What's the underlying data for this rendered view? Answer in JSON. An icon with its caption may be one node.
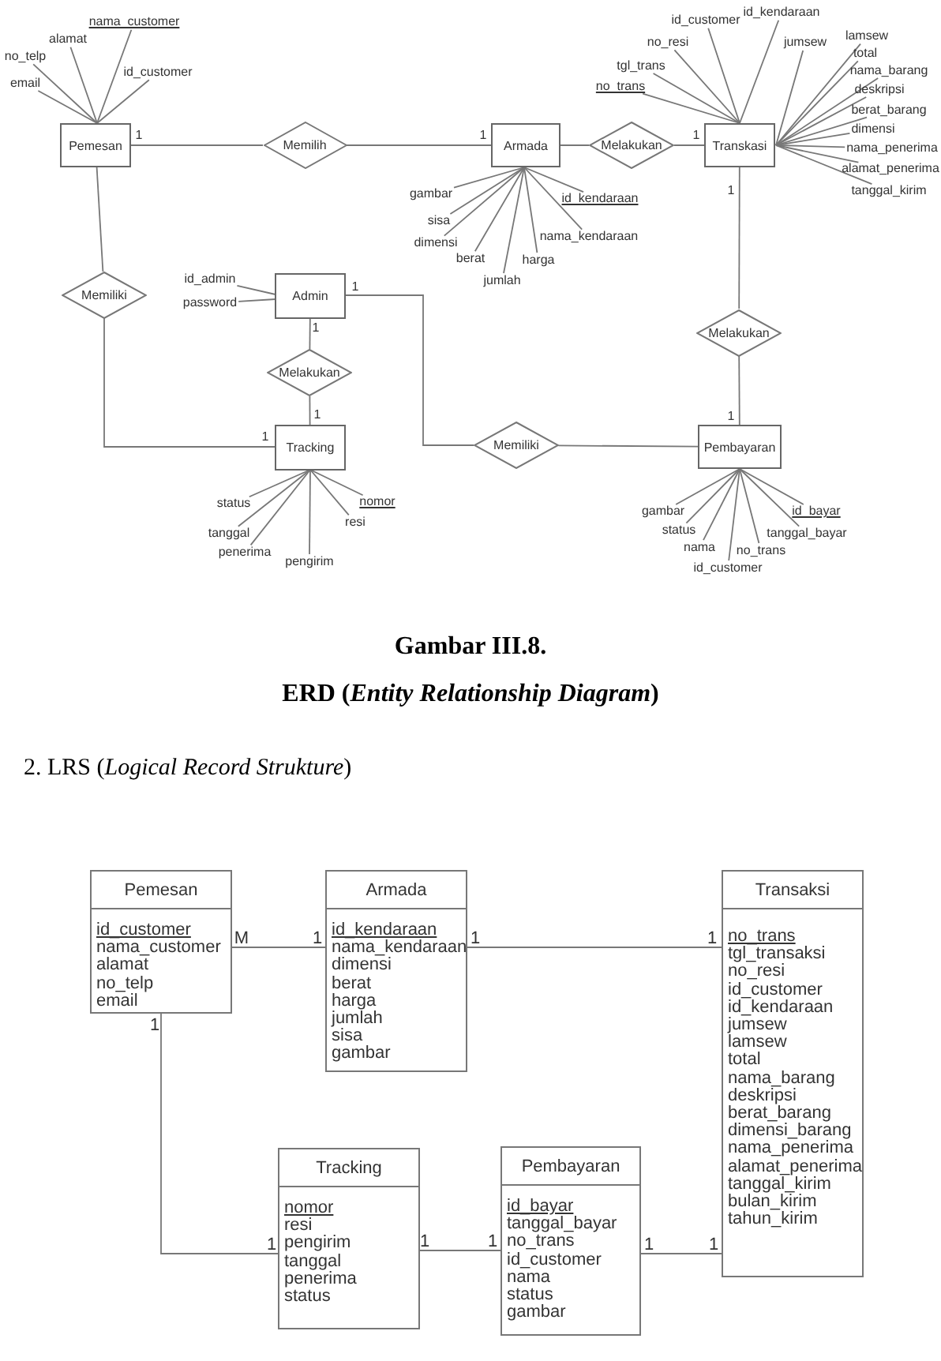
{
  "diagram": {
    "nodes": [
      {
        "text": [
          "Pemesan"
        ]
      },
      {
        "text": [
          "nama_customer"
        ]
      },
      {
        "text": [
          "alamat"
        ]
      },
      {
        "text": [
          "no_telp"
        ]
      },
      {
        "text": [
          "email"
        ]
      },
      {
        "text": [
          "id_customer"
        ]
      },
      {
        "text": [
          "Memilih"
        ]
      },
      {
        "text": [
          "Armada"
        ]
      },
      {
        "text": [
          "Melakukan"
        ]
      },
      {
        "text": [
          "Transkasi"
        ]
      },
      {
        "text": [
          "id_customer"
        ]
      },
      {
        "text": [
          "id_kendaraan"
        ]
      },
      {
        "text": [
          "no_resi"
        ]
      },
      {
        "text": [
          "tgl_trans"
        ]
      },
      {
        "text": [
          "no_trans"
        ]
      },
      {
        "text": [
          "jumsew"
        ]
      },
      {
        "text": [
          "lamsew"
        ]
      },
      {
        "text": [
          "total"
        ]
      },
      {
        "text": [
          "nama_barang"
        ]
      },
      {
        "text": [
          "deskripsi"
        ]
      },
      {
        "text": [
          "berat_barang"
        ]
      },
      {
        "text": [
          "dimensi"
        ]
      },
      {
        "text": [
          "nama_penerima"
        ]
      },
      {
        "text": [
          "alamat_penerima"
        ]
      },
      {
        "text": [
          "tanggal_kirim"
        ]
      },
      {
        "text": [
          "gambar"
        ]
      },
      {
        "text": [
          "sisa"
        ]
      },
      {
        "text": [
          "dimensi"
        ]
      },
      {
        "text": [
          "berat"
        ]
      },
      {
        "text": [
          "jumlah"
        ]
      },
      {
        "text": [
          "harga"
        ]
      },
      {
        "text": [
          "nama_kendaraan"
        ]
      },
      {
        "text": [
          "id_kendaraan"
        ]
      },
      {
        "text": [
          "Memiliki"
        ]
      },
      {
        "text": [
          "Admin"
        ]
      },
      {
        "text": [
          "id_admin"
        ]
      },
      {
        "text": [
          "password"
        ]
      },
      {
        "text": [
          "Melakukan"
        ]
      },
      {
        "text": [
          "Melakukan"
        ]
      },
      {
        "text": [
          "Tracking"
        ]
      },
      {
        "text": [
          "Memiliki"
        ]
      },
      {
        "text": [
          "Pembayaran"
        ]
      },
      {
        "text": [
          "status"
        ]
      },
      {
        "text": [
          "tanggal"
        ]
      },
      {
        "text": [
          "penerima"
        ]
      },
      {
        "text": [
          "pengirim"
        ]
      },
      {
        "text": [
          "resi"
        ]
      },
      {
        "text": [
          "nomor"
        ]
      },
      {
        "text": [
          "gambar"
        ]
      },
      {
        "text": [
          "status"
        ]
      },
      {
        "text": [
          "nama"
        ]
      },
      {
        "text": [
          "id_customer"
        ]
      },
      {
        "text": [
          "no_trans"
        ]
      },
      {
        "text": [
          "tanggal_bayar"
        ]
      },
      {
        "text": [
          "id_bayar"
        ]
      },
      {
        "text": [
          "Pemesan",
          "id_customer",
          "nama_customer",
          "alamat",
          "no_telp",
          "email"
        ]
      },
      {
        "text": [
          "Armada",
          "id_kendaraan",
          "nama_kendaraan",
          "dimensi",
          "berat",
          "harga",
          "jumlah",
          "sisa",
          "gambar"
        ]
      },
      {
        "text": [
          "Transaksi",
          "no_trans",
          "tgl_transaksi",
          "no_resi",
          "id_customer",
          "id_kendaraan",
          "jumsew",
          "lamsew",
          "total",
          "nama_barang",
          "deskripsi",
          "berat_barang",
          "dimensi_barang",
          "nama_penerima",
          "alamat_penerima",
          "tanggal_kirim",
          "bulan_kirim",
          "tahun_kirim"
        ]
      },
      {
        "text": [
          "Tracking",
          "nomor",
          "resi",
          "pengirim",
          "tanggal",
          "penerima",
          "status"
        ]
      },
      {
        "text": [
          "Pembayaran",
          "id_bayar",
          "tanggal_bayar",
          "no_trans",
          "id_customer",
          "nama",
          "status",
          "gambar"
        ]
      }
    ],
    "edges": [
      {
        "from": 0,
        "to": 6,
        "arrow": "none"
      },
      {
        "from": 6,
        "to": 7,
        "arrow": "none"
      },
      {
        "from": 7,
        "to": 8,
        "arrow": "none"
      },
      {
        "from": 8,
        "to": 9,
        "arrow": "none"
      },
      {
        "from": 9,
        "to": 38,
        "arrow": "none"
      },
      {
        "from": 38,
        "to": 41,
        "arrow": "none"
      },
      {
        "from": 0,
        "to": 33,
        "arrow": "none"
      },
      {
        "from": 33,
        "to": 39,
        "arrow": "none"
      },
      {
        "from": 34,
        "to": 37,
        "arrow": "none"
      },
      {
        "from": 37,
        "to": 39,
        "arrow": "none"
      },
      {
        "from": 34,
        "to": 40,
        "arrow": "none"
      },
      {
        "from": 40,
        "to": 41,
        "arrow": "none"
      },
      {
        "from": 1,
        "to": 0,
        "arrow": "none"
      },
      {
        "from": 2,
        "to": 0,
        "arrow": "none"
      },
      {
        "from": 3,
        "to": 0,
        "arrow": "none"
      },
      {
        "from": 4,
        "to": 0,
        "arrow": "none"
      },
      {
        "from": 5,
        "to": 0,
        "arrow": "none"
      },
      {
        "from": 10,
        "to": 9,
        "arrow": "none"
      },
      {
        "from": 11,
        "to": 9,
        "arrow": "none"
      },
      {
        "from": 12,
        "to": 9,
        "arrow": "none"
      },
      {
        "from": 13,
        "to": 9,
        "arrow": "none"
      },
      {
        "from": 14,
        "to": 9,
        "arrow": "none"
      },
      {
        "from": 15,
        "to": 9,
        "arrow": "none"
      },
      {
        "from": 16,
        "to": 9,
        "arrow": "none"
      },
      {
        "from": 17,
        "to": 9,
        "arrow": "none"
      },
      {
        "from": 18,
        "to": 9,
        "arrow": "none"
      },
      {
        "from": 19,
        "to": 9,
        "arrow": "none"
      },
      {
        "from": 20,
        "to": 9,
        "arrow": "none"
      },
      {
        "from": 21,
        "to": 9,
        "arrow": "none"
      },
      {
        "from": 22,
        "to": 9,
        "arrow": "none"
      },
      {
        "from": 23,
        "to": 9,
        "arrow": "none"
      },
      {
        "from": 24,
        "to": 9,
        "arrow": "none"
      },
      {
        "from": 25,
        "to": 7,
        "arrow": "none"
      },
      {
        "from": 26,
        "to": 7,
        "arrow": "none"
      },
      {
        "from": 27,
        "to": 7,
        "arrow": "none"
      },
      {
        "from": 28,
        "to": 7,
        "arrow": "none"
      },
      {
        "from": 29,
        "to": 7,
        "arrow": "none"
      },
      {
        "from": 30,
        "to": 7,
        "arrow": "none"
      },
      {
        "from": 31,
        "to": 7,
        "arrow": "none"
      },
      {
        "from": 32,
        "to": 7,
        "arrow": "none"
      },
      {
        "from": 35,
        "to": 34,
        "arrow": "none"
      },
      {
        "from": 36,
        "to": 34,
        "arrow": "none"
      },
      {
        "from": 42,
        "to": 39,
        "arrow": "none"
      },
      {
        "from": 43,
        "to": 39,
        "arrow": "none"
      },
      {
        "from": 44,
        "to": 39,
        "arrow": "none"
      },
      {
        "from": 45,
        "to": 39,
        "arrow": "none"
      },
      {
        "from": 46,
        "to": 39,
        "arrow": "none"
      },
      {
        "from": 47,
        "to": 39,
        "arrow": "none"
      },
      {
        "from": 48,
        "to": 41,
        "arrow": "none"
      },
      {
        "from": 49,
        "to": 41,
        "arrow": "none"
      },
      {
        "from": 50,
        "to": 41,
        "arrow": "none"
      },
      {
        "from": 51,
        "to": 41,
        "arrow": "none"
      },
      {
        "from": 52,
        "to": 41,
        "arrow": "none"
      },
      {
        "from": 53,
        "to": 41,
        "arrow": "none"
      },
      {
        "from": 54,
        "to": 41,
        "arrow": "none"
      },
      {
        "from": 55,
        "to": 56,
        "arrow": "none"
      },
      {
        "from": 56,
        "to": 57,
        "arrow": "none"
      },
      {
        "from": 55,
        "to": 58,
        "arrow": "none"
      },
      {
        "from": 58,
        "to": 59,
        "arrow": "none"
      },
      {
        "from": 59,
        "to": 57,
        "arrow": "none"
      }
    ],
    "labels": [
      "1",
      "1",
      "1",
      "1",
      "1",
      "1",
      "1",
      "1",
      "1",
      "Gambar III.8.",
      "ERD (*Entity Relationship Diagram*)",
      "2. LRS (*Logical Record Strukture*)",
      "M",
      "1",
      "1",
      "1",
      "1",
      "1",
      "1",
      "1",
      "1",
      "1"
    ]
  }
}
